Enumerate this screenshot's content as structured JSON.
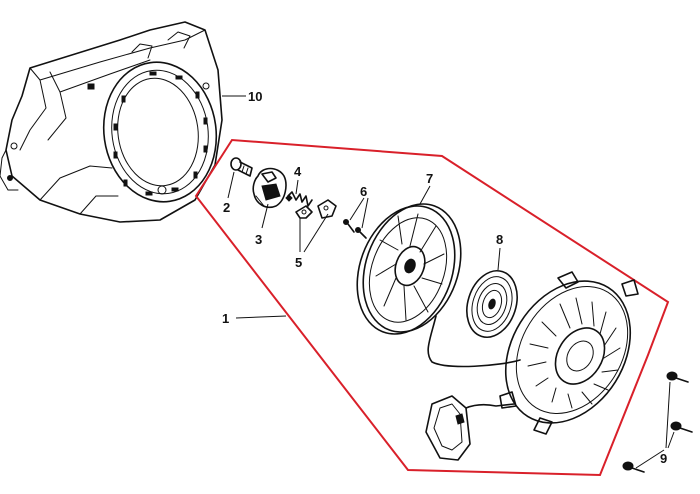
{
  "diagram": {
    "type": "exploded-parts-view",
    "assembly_outline_color": "#d9202a",
    "ink_color": "#111111"
  },
  "callouts": {
    "c1": "1",
    "c2": "2",
    "c3": "3",
    "c4": "4",
    "c5": "5",
    "c6": "6",
    "c7": "7",
    "c8": "8",
    "c9": "9",
    "c10": "10"
  },
  "parts": {
    "p1_icon": "recoil-starter-assembly-icon",
    "p2_icon": "bolt-icon",
    "p3_icon": "ratchet-icon",
    "p4_icon": "spring-icon",
    "p5_icon": "pawl-icon",
    "p6_icon": "pin-icon",
    "p7_icon": "pulley-reel-icon",
    "p8_icon": "recoil-spring-icon",
    "p9_icon": "flange-bolt-icon",
    "p10_icon": "fan-cover-shroud-icon"
  }
}
